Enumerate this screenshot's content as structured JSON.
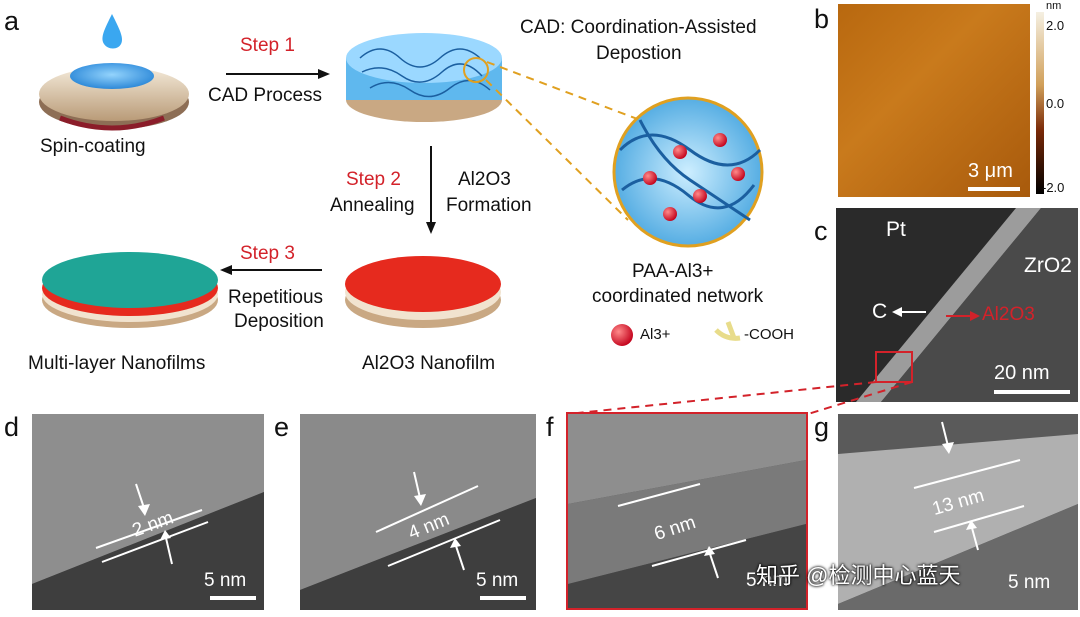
{
  "panels": {
    "a": "a",
    "b": "b",
    "c": "c",
    "d": "d",
    "e": "e",
    "f": "f",
    "g": "g"
  },
  "schematic": {
    "step1": "Step 1",
    "step1_sub": "CAD Process",
    "spin": "Spin-coating",
    "cad_title_1": "CAD: Coordination-Assisted",
    "cad_title_2": "Depostion",
    "step2": "Step 2",
    "step2_sub": "Annealing",
    "formation_1": "Al2O3",
    "formation_2": "Formation",
    "step3": "Step 3",
    "step3_sub_1": "Repetitious",
    "step3_sub_2": "Deposition",
    "network_1": "PAA-Al3+",
    "network_2": "coordinated network",
    "legend_al": "Al3+",
    "legend_cooh": "-COOH",
    "multilayer": "Multi-layer Nanofilms",
    "nanofilm": "Al2O3 Nanofilm"
  },
  "afm": {
    "scale": "3 μm",
    "colorbar_unit": "nm",
    "colorbar_ticks": [
      "2.0",
      "0.0",
      "-2.0"
    ]
  },
  "tem_c": {
    "pt": "Pt",
    "c": "C",
    "zro2": "ZrO2",
    "al2o3": "Al2O3",
    "scale": "20 nm"
  },
  "tem_d": {
    "thickness": "2 nm",
    "scale": "5 nm"
  },
  "tem_e": {
    "thickness": "4 nm",
    "scale": "5 nm"
  },
  "tem_f": {
    "thickness": "6 nm",
    "scale": "5 nm"
  },
  "tem_g": {
    "thickness": "13 nm",
    "scale": "5 nm"
  },
  "watermark": "知乎 @检测中心蓝天",
  "colors": {
    "accent_red": "#d3222a",
    "teal": "#1fa596",
    "film_red": "#e62a1e",
    "gold": "#e0a020"
  }
}
